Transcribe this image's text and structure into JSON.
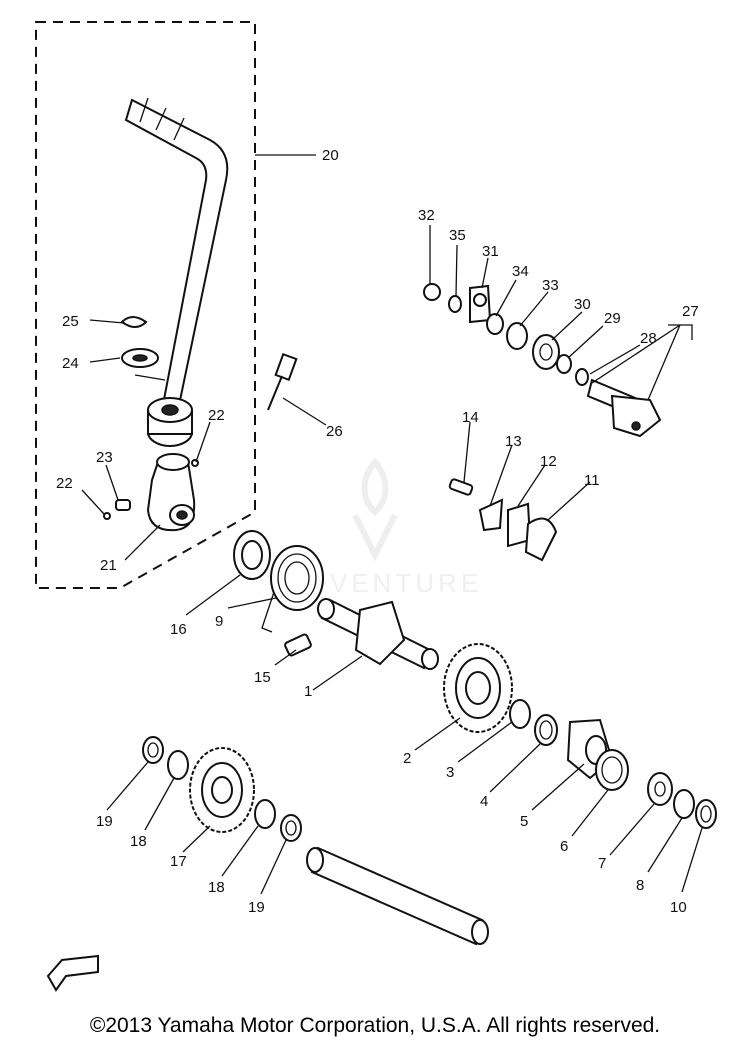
{
  "watermark": "VENTURE",
  "copyright": "©2013 Yamaha Motor Corporation, U.S.A. All rights reserved.",
  "callouts": [
    "1",
    "2",
    "3",
    "4",
    "5",
    "6",
    "7",
    "8",
    "9",
    "10",
    "11",
    "12",
    "13",
    "14",
    "15",
    "16",
    "17",
    "18",
    "19",
    "20",
    "21",
    "22",
    "23",
    "24",
    "25",
    "26",
    "27",
    "28",
    "29",
    "30",
    "31",
    "32",
    "33",
    "34",
    "35"
  ],
  "icons": {
    "fwd_arrow": "front-direction-arrow-icon",
    "brand": "flame-logo-icon"
  }
}
